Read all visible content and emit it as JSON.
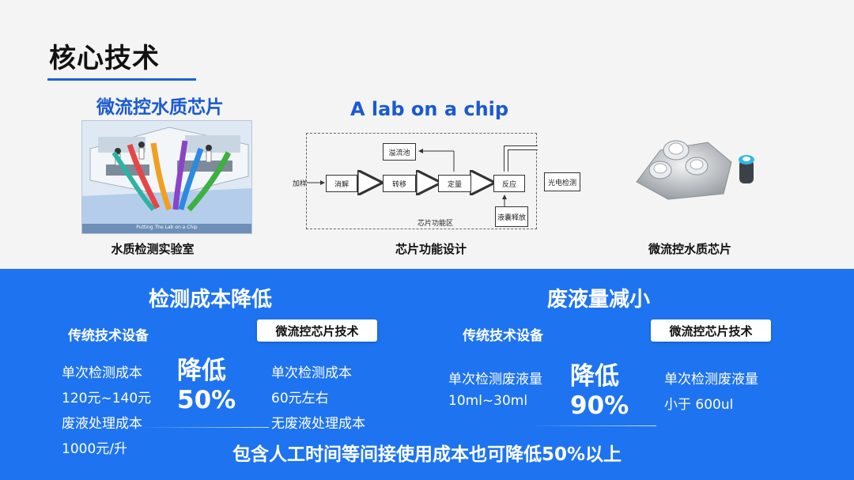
{
  "header": {
    "title": "核心技术"
  },
  "top": {
    "chip_heading": "微流控水质芯片",
    "lab_heading": "A lab on a chip",
    "lab_caption": "水质检测实验室",
    "diagram_caption": "芯片功能设计",
    "device_caption": "微流控水质芯片",
    "photo_banner": "Putting The Lab on a Chip"
  },
  "diagram": {
    "input": "加样",
    "steps": [
      "消解",
      "转移",
      "定量",
      "反应",
      "光电检测"
    ],
    "overflow": "溢流池",
    "reagent": "液囊释放",
    "area": "芯片功能区"
  },
  "cost": {
    "heading": "检测成本降低",
    "traditional_label": "传统技术设备",
    "chip_label": "微流控芯片技术",
    "trad_lines": [
      "单次检测成本",
      "120元~140元",
      "废液处理成本",
      "1000元/升"
    ],
    "reduce_word": "降低",
    "reduce_pct": "50%",
    "chip_lines": [
      "单次检测成本",
      "60元左右",
      "无废液处理成本"
    ]
  },
  "waste": {
    "heading": "废液量减小",
    "traditional_label": "传统技术设备",
    "chip_label": "微流控芯片技术",
    "trad_lines": [
      "单次检测废液量",
      "10ml~30ml"
    ],
    "reduce_word": "降低",
    "reduce_pct": "90%",
    "chip_lines": [
      "单次检测废液量",
      "小于 600ul"
    ]
  },
  "footer": {
    "note": "包含人工时间等间接使用成本也可降低50%以上"
  },
  "colors": {
    "accent": "#1e73f0",
    "heading_blue": "#1a5ad0"
  }
}
